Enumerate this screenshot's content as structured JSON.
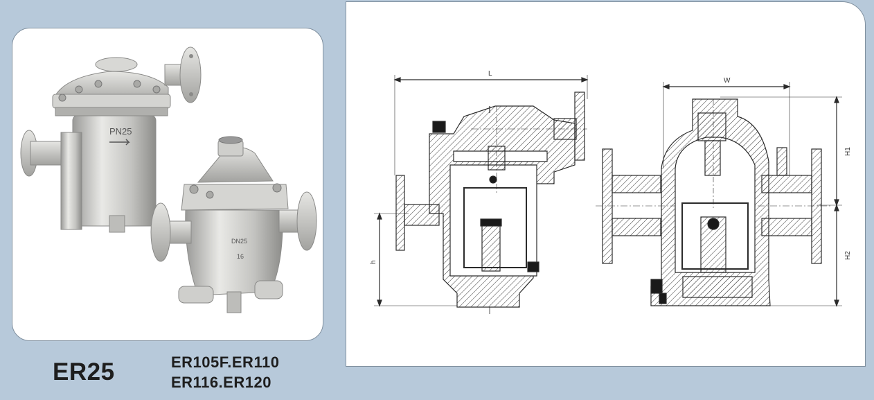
{
  "product_photo": {
    "large_trap_marking": "PN25",
    "small_trap_marking": "DN25",
    "small_trap_marking_2": "16"
  },
  "drawing": {
    "dim_L": "L",
    "dim_W": "W",
    "dim_h": "h",
    "dim_H1": "H1",
    "dim_H2": "H2"
  },
  "models": {
    "main": "ER25",
    "line1": "ER105F.ER110",
    "line2": "ER116.ER120"
  },
  "colors": {
    "background": "#b7c9da",
    "panel": "#ffffff",
    "metal": "#c9c9c6",
    "line": "#2b2b2b"
  }
}
